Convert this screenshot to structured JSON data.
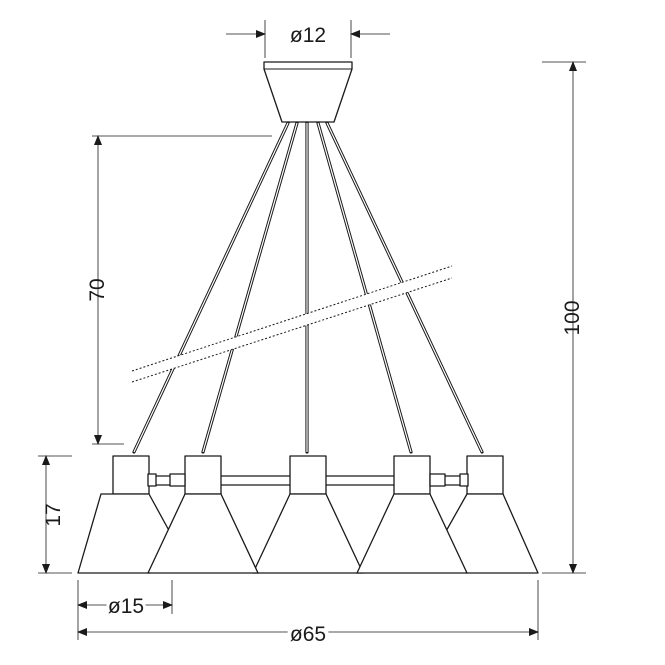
{
  "dimensions": {
    "canopy_diameter": "ø12",
    "drop_length": "70",
    "total_height": "100",
    "shade_height": "17",
    "shade_diameter": "ø15",
    "total_diameter": "ø65"
  },
  "colors": {
    "line": "#1a1a1a",
    "background": "#ffffff"
  }
}
